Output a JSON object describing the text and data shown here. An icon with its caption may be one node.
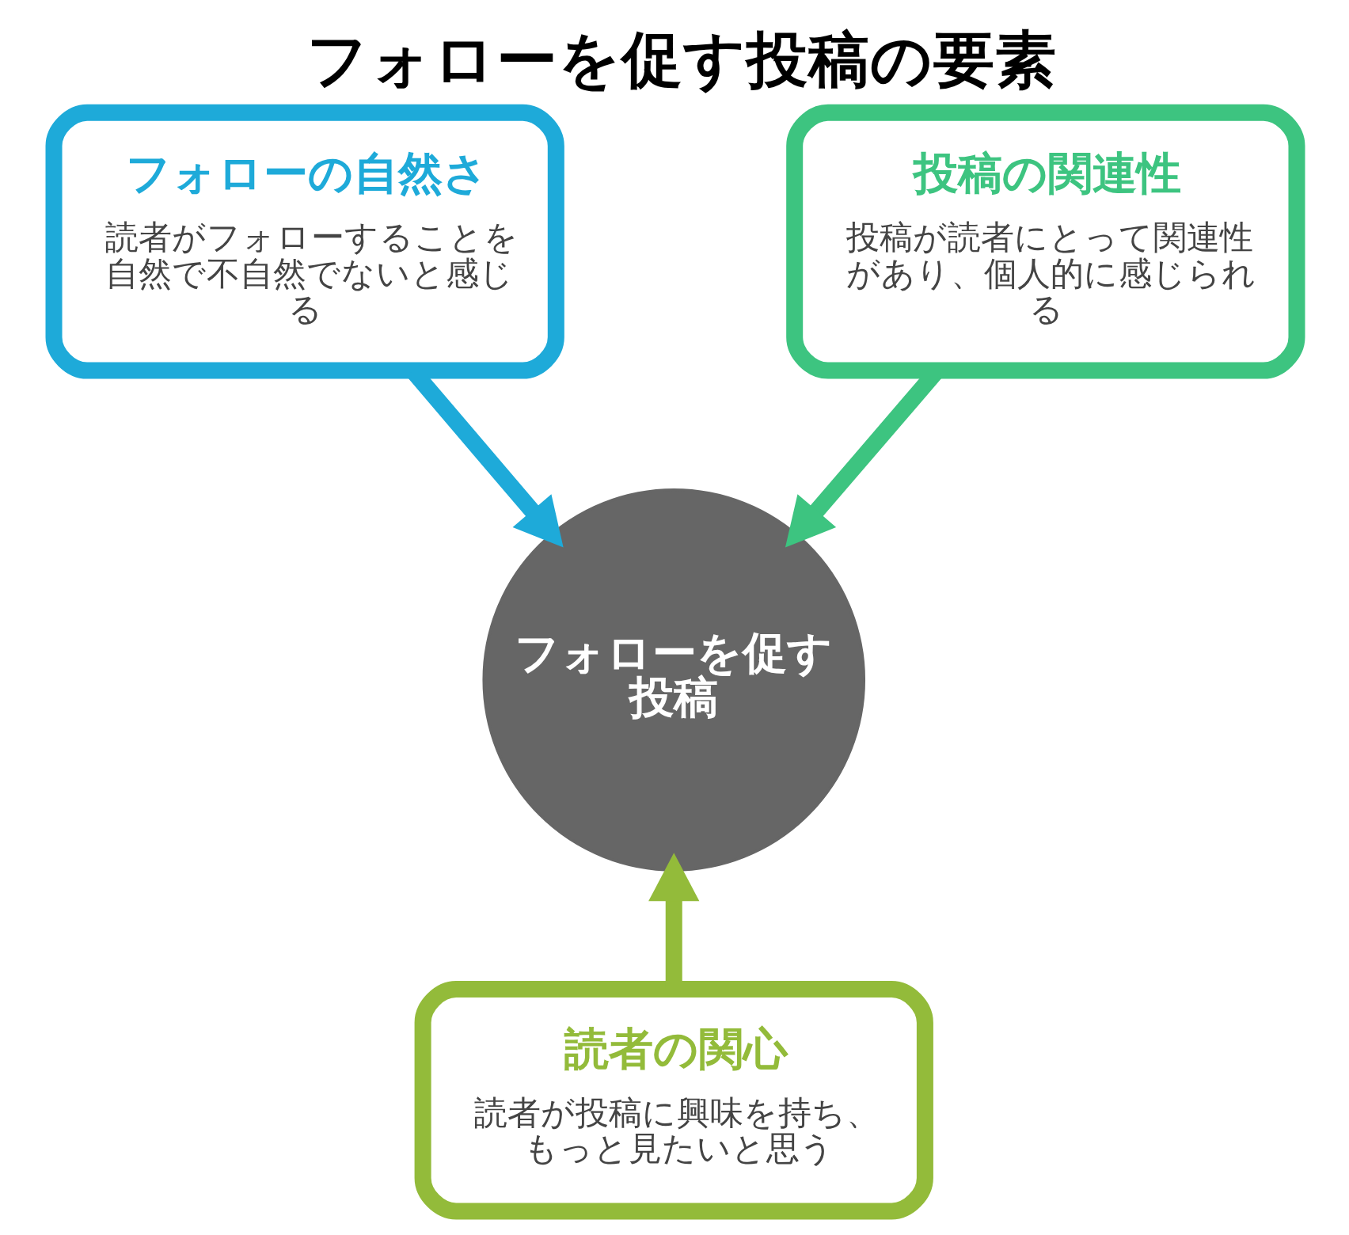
{
  "diagram": {
    "title": "フォローを促す投稿の要素",
    "nodes": [
      {
        "text": [
          "フォローの自然さ",
          "読者がフォローすることを自然で不自然でないと感じる"
        ]
      },
      {
        "text": [
          "投稿の関連性",
          "投稿が読者にとって関連性があり、個人的に感じられる"
        ]
      },
      {
        "text": [
          "フォローを促す投稿"
        ]
      },
      {
        "text": [
          "読者の関心",
          "読者が投稿に興味を持ち、もっと見たいと思う"
        ]
      }
    ],
    "edges": [
      {
        "from": 0,
        "to": 2,
        "arrow": "to",
        "color": "#1eaad9"
      },
      {
        "from": 1,
        "to": 2,
        "arrow": "to",
        "color": "#3dc480"
      },
      {
        "from": 3,
        "to": 2,
        "arrow": "to",
        "color": "#93bb3a"
      }
    ]
  }
}
